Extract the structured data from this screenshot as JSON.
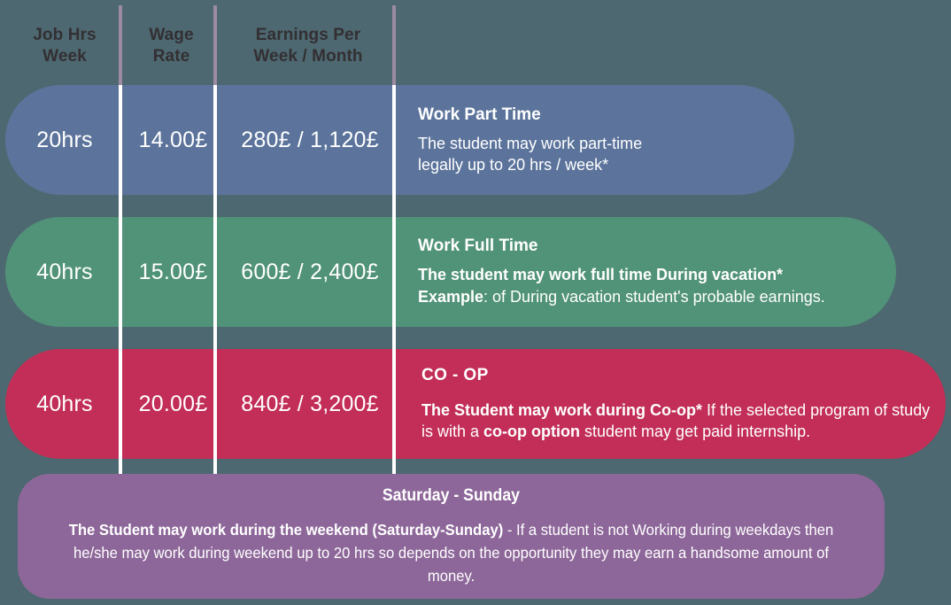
{
  "colors": {
    "background": "#4d6870",
    "row_blue": "#5c749b",
    "row_green": "#519378",
    "row_red": "#c22e57",
    "row_purple": "#8d6799",
    "divider_header": "#9d8aa4",
    "divider_rows": "#ffffff",
    "header_text": "#332f33",
    "row_text": "#ffffff"
  },
  "header": {
    "col_hours": "Job Hrs\nWeek",
    "col_hours_line1": "Job Hrs",
    "col_hours_line2": "Week",
    "col_wage_line1": "Wage",
    "col_wage_line2": "Rate",
    "col_earnings_line1": "Earnings Per",
    "col_earnings_line2": "Week / Month"
  },
  "rows": [
    {
      "id": "part-time",
      "hours": "20hrs",
      "wage": "14.00£",
      "earnings": "280£ / 1,120£",
      "title": "Work Part Time",
      "body_line1": "The student may work part-time",
      "body_line2": "legally up to 20 hrs / week*"
    },
    {
      "id": "full-time",
      "hours": "40hrs",
      "wage": "15.00£",
      "earnings": "600£ / 2,400£",
      "title": "Work Full Time",
      "body_line1_bold": "The student may work full time During vacation*",
      "body_line2_bold": "Example",
      "body_line2_rest": ": of During vacation student's probable earnings."
    },
    {
      "id": "co-op",
      "hours": "40hrs",
      "wage": "20.00£",
      "earnings": "840£ / 3,200£",
      "title": "CO - OP",
      "body_part1_bold": "The Student may work during Co-op*",
      "body_part2": " If the selected program of study is with a ",
      "body_part3_bold": "co-op option",
      "body_part4": " student may get paid internship."
    }
  ],
  "weekend": {
    "title": "Saturday - Sunday",
    "body_bold": "The Student  may work during the weekend (Saturday-Sunday)",
    "body_rest": " - If a student is not Working during weekdays then he/she may work during weekend up to 20 hrs so depends on the opportunity they may earn a handsome amount of money."
  }
}
